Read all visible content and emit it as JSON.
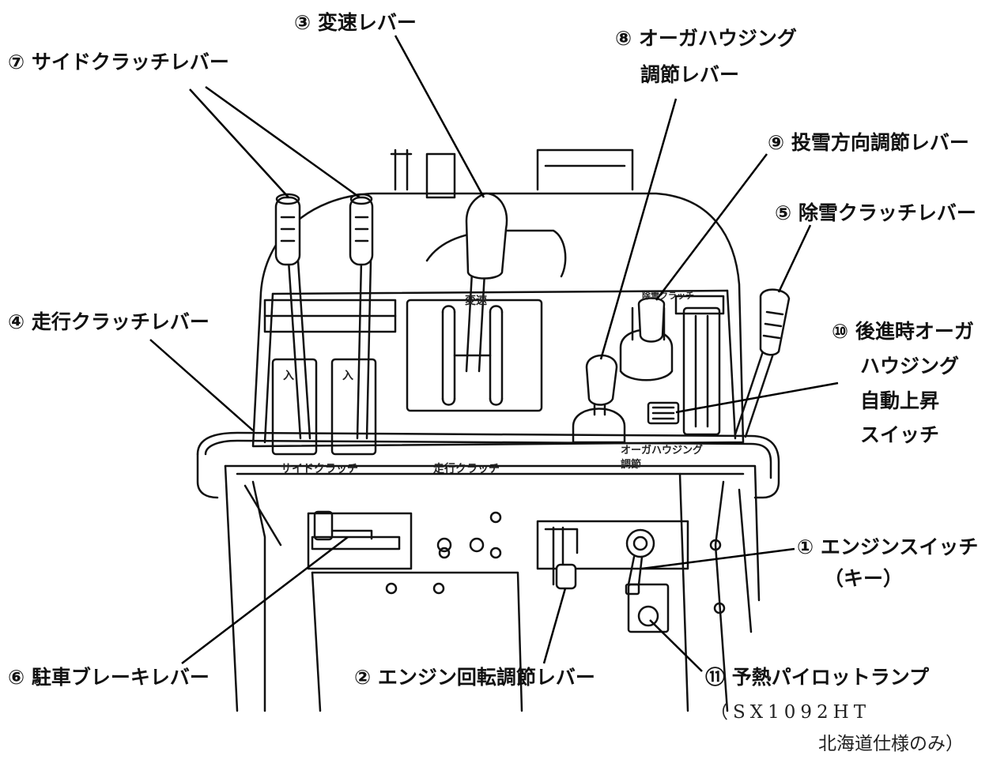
{
  "labels": {
    "engine_switch": {
      "line1": "① エンジンスイッチ",
      "line2": "（キー）"
    },
    "engine_speed_lever": "② エンジン回転調節レバー",
    "shift_lever": "③ 変速レバー",
    "travel_clutch_lever": "④ 走行クラッチレバー",
    "snow_clutch_lever": "⑤ 除雪クラッチレバー",
    "parking_brake_lever": "⑥ 駐車ブレーキレバー",
    "side_clutch_lever": "⑦ サイドクラッチレバー",
    "auger_housing_lever": {
      "line1": "⑧ オーガハウジング",
      "line2": "調節レバー"
    },
    "chute_direction_lever": "⑨ 投雪方向調節レバー",
    "auto_lift_switch": {
      "line1": "⑩ 後進時オーガ",
      "line2": "ハウジング",
      "line3": "自動上昇",
      "line4": "スイッチ"
    },
    "preheat_lamp": {
      "line1": "⑪ 予熱パイロットランプ",
      "note1": "（SX1092HT",
      "note2": "北海道仕様のみ）"
    }
  },
  "panel_text": {
    "side_clutch": "サイドクラッチ",
    "travel_clutch": "走行クラッチ",
    "auger_adjust_1": "オーガハウジング",
    "auger_adjust_2": "調節",
    "shift_plate": "変速",
    "snow_clutch": "除雪クラッチ",
    "on_mark": "入"
  }
}
